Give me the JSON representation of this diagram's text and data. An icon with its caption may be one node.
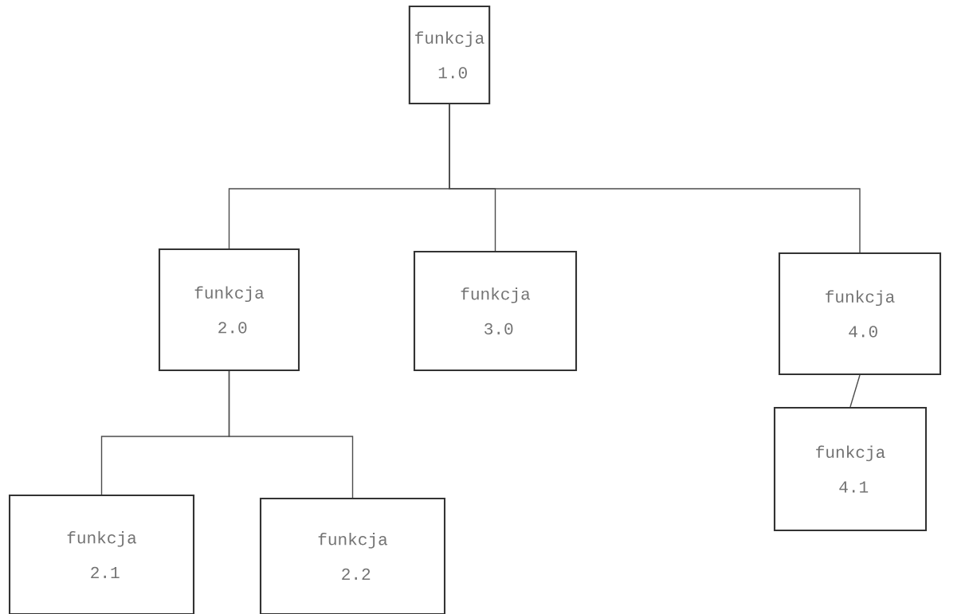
{
  "diagram": {
    "nodes": [
      {
        "text": [
          "funkcja",
          "1.0"
        ]
      },
      {
        "text": [
          "funkcja",
          "2.0"
        ]
      },
      {
        "text": [
          "funkcja",
          "3.0"
        ]
      },
      {
        "text": [
          "funkcja",
          "4.0"
        ]
      },
      {
        "text": [
          "funkcja",
          "2.1"
        ]
      },
      {
        "text": [
          "funkcja",
          "2.2"
        ]
      },
      {
        "text": [
          "funkcja",
          "4.1"
        ]
      }
    ],
    "edges": [
      {
        "from": 0,
        "to": 1,
        "arrow": "none"
      },
      {
        "from": 0,
        "to": 2,
        "arrow": "none"
      },
      {
        "from": 0,
        "to": 3,
        "arrow": "none"
      },
      {
        "from": 1,
        "to": 4,
        "arrow": "none"
      },
      {
        "from": 1,
        "to": 5,
        "arrow": "none"
      },
      {
        "from": 3,
        "to": 6,
        "arrow": "none"
      }
    ]
  }
}
